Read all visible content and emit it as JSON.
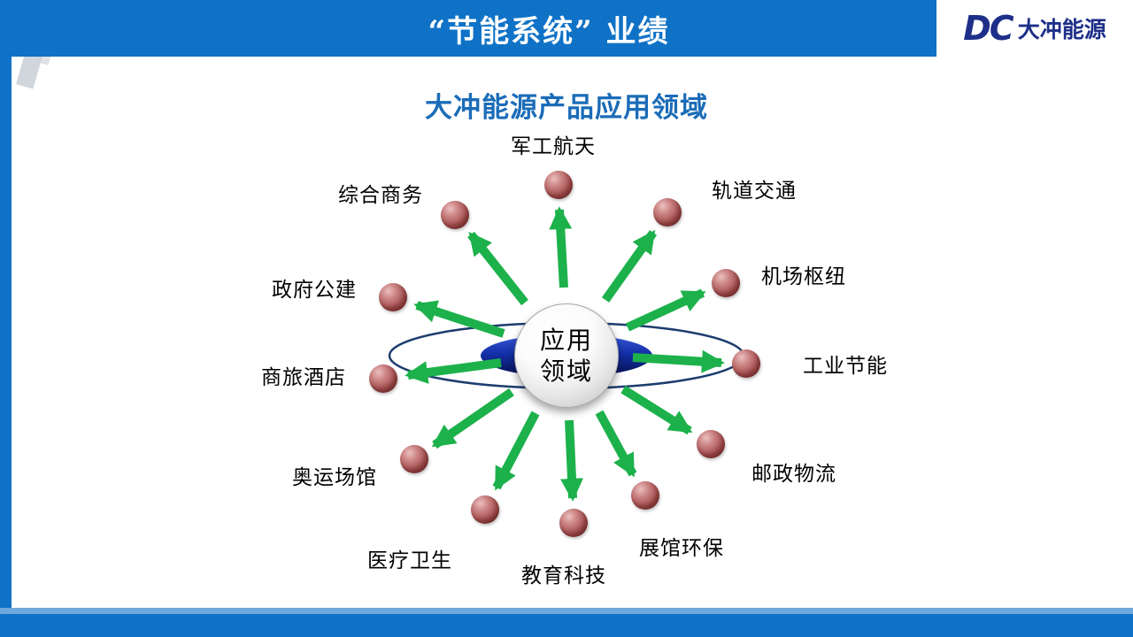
{
  "header": {
    "title": "“节能系统” 业绩"
  },
  "logo": {
    "mark": "DC",
    "name": "大冲能源"
  },
  "content": {
    "title": "大冲能源产品应用领域"
  },
  "diagram": {
    "center_line1": "应用",
    "center_line2": "领域",
    "nodes": [
      {
        "label": "军工航天"
      },
      {
        "label": "轨道交通"
      },
      {
        "label": "机场枢纽"
      },
      {
        "label": "工业节能"
      },
      {
        "label": "邮政物流"
      },
      {
        "label": "展馆环保"
      },
      {
        "label": "教育科技"
      },
      {
        "label": "医疗卫生"
      },
      {
        "label": "奥运场馆"
      },
      {
        "label": "商旅酒店"
      },
      {
        "label": "政府公建"
      },
      {
        "label": "综合商务"
      }
    ]
  },
  "colors": {
    "header_blue": "#0f72c6",
    "title_blue": "#1b6cb8",
    "arrow_green": "#1db14b",
    "sphere_red": "#a95353",
    "logo_navy": "#1d2f88",
    "orbit_navy": "#1c3d6e"
  }
}
